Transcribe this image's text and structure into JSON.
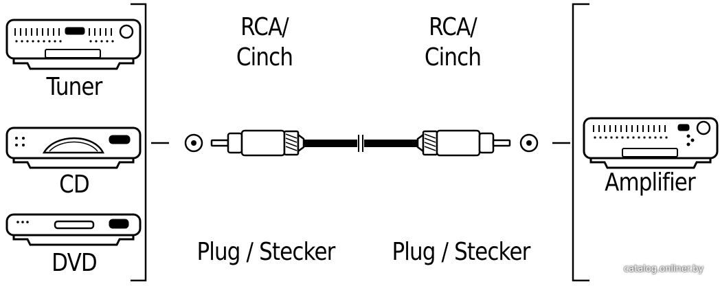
{
  "sources": [
    {
      "label": "Tuner",
      "icon": "tuner-icon"
    },
    {
      "label": "CD",
      "icon": "cd-player-icon"
    },
    {
      "label": "DVD",
      "icon": "dvd-player-icon"
    }
  ],
  "destination": {
    "label": "Amplifier",
    "icon": "amplifier-icon"
  },
  "cable": {
    "left_connector": {
      "line1": "RCA/",
      "line2": "Cinch"
    },
    "right_connector": {
      "line1": "RCA/",
      "line2": "Cinch"
    },
    "left_plug": "Plug / Stecker",
    "right_plug": "Plug / Stecker"
  },
  "watermark": "catalog.onliner.by",
  "colors": {
    "ink": "#000000",
    "background": "#ffffff",
    "cable": "#000000"
  }
}
